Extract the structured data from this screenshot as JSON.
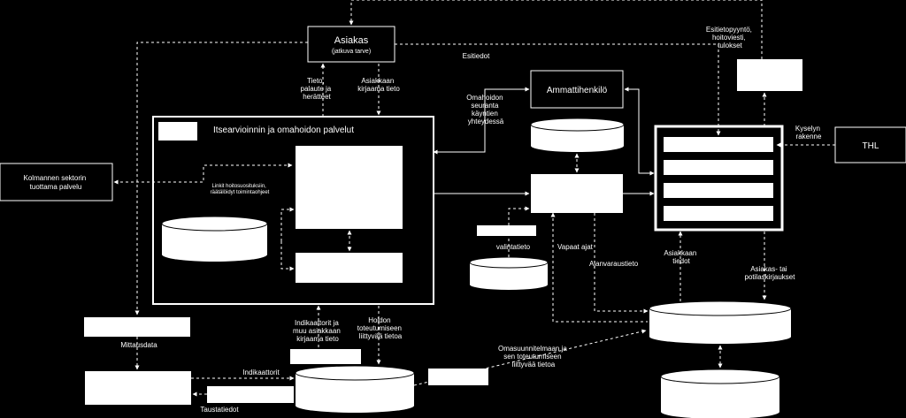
{
  "diagram": {
    "asiakas": {
      "title": "Asiakas",
      "subtitle": "(jatkuva tarve)"
    },
    "ammattihenkilo": "Ammattihenkilö",
    "itsearviointi": "Itsearvioinnin ja omahoidon palvelut",
    "kolmas_sektori": [
      "Kolmannen sektorin",
      "tuottama palvelu"
    ],
    "thl": "THL",
    "labels": {
      "tieto_palaute": [
        "Tieto,",
        "palaute ja",
        "herätteet"
      ],
      "asiakkaan_kirjaama": [
        "Asiakkaan",
        "kirjaama tieto"
      ],
      "esitiedot": "Esitiedot",
      "esitietopyynto": [
        "Esitietopyyntö,",
        "hoitoviesti,",
        "tulokset"
      ],
      "omahoidon_seuranta": [
        "Omahoidon",
        "seuranta",
        "käyntien",
        "yhteydessä"
      ],
      "kyselyn_rakenne": [
        "Kyselyn",
        "rakenne"
      ],
      "linkit": [
        "Linkit hoitosuosituksiin,",
        "räätälöidyt toimintaohjeet"
      ],
      "valintatieto": "valintatieto",
      "vapaat_ajat": "Vapaat ajat",
      "ajanvaraustieto": "Ajanvaraustieto",
      "asiakkaan_tiedot": [
        "Asiakkaan",
        "tiedot"
      ],
      "potilaskirjaukset": [
        "Asiakas- tai",
        "potilaskirjaukset"
      ],
      "mittausdata": "Mittausdata",
      "indikaattorit_ja_muu": [
        "Indikaattorit ja",
        "muu asiakkaan",
        "kirjaama tieto"
      ],
      "hoidon_toteutumiseen": [
        "Hoidon",
        "toteutumiseen",
        "liittyvää tietoa"
      ],
      "omasuunnitelmaan": [
        "Omasuunnitelmaan ja",
        "sen toteutumiseen",
        "liittyvää tietoa"
      ],
      "indikaattorit": "Indikaattorit",
      "taustatiedot": "Taustatiedot"
    }
  }
}
